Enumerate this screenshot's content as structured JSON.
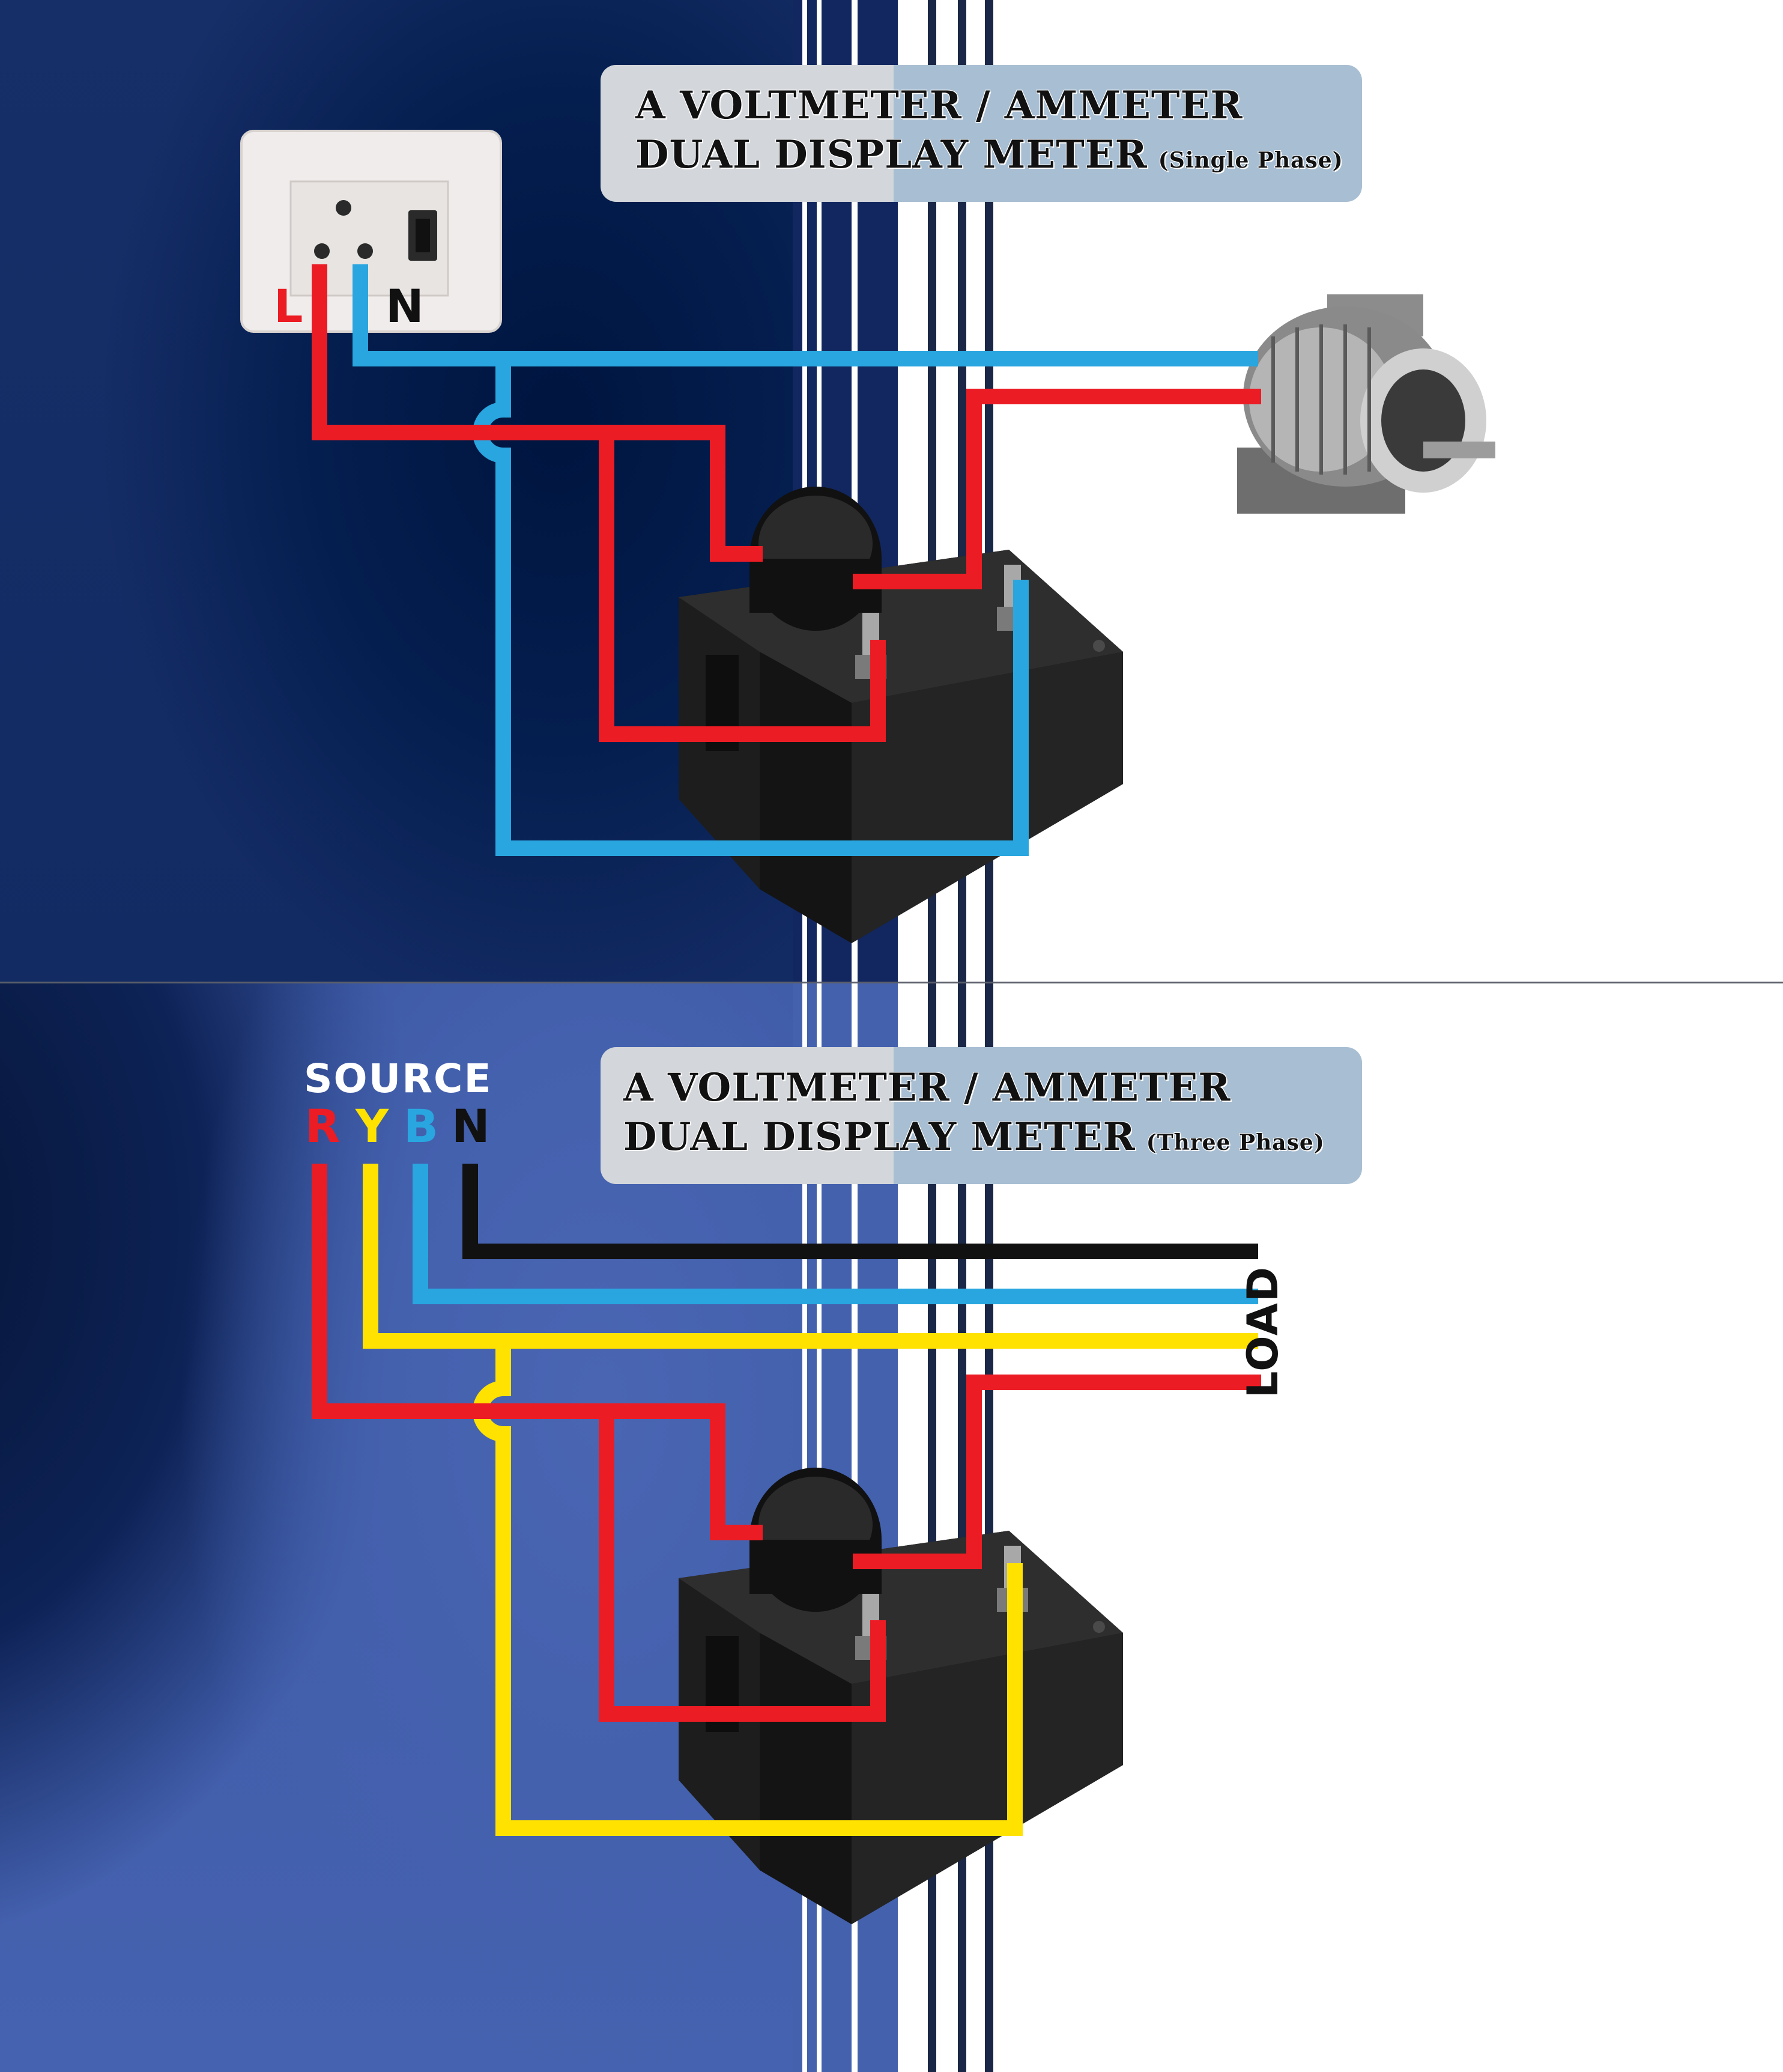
{
  "panels": {
    "single": {
      "title_line1": "A VOLTMETER / AMMETER",
      "title_line2": "DUAL DISPLAY METER",
      "title_suffix": "(Single Phase)",
      "socket_label_live": "L",
      "socket_label_neutral": "N"
    },
    "three": {
      "title_line1": "A VOLTMETER / AMMETER",
      "title_line2": "DUAL DISPLAY METER",
      "title_suffix": "(Three Phase)",
      "source_label": "SOURCE",
      "phase_r": "R",
      "phase_y": "Y",
      "phase_b": "B",
      "phase_n": "N",
      "load_label": "LOAD"
    }
  },
  "colors": {
    "wire_live": "#ec1c24",
    "wire_neutral": "#29a6df",
    "wire_yellow": "#ffe200",
    "wire_black": "#111111",
    "stripe_dark": "#1b2746"
  },
  "icons": [
    "power-socket-icon",
    "usb-port-icon",
    "electric-motor-icon",
    "current-transformer-icon",
    "dual-display-meter-icon"
  ]
}
